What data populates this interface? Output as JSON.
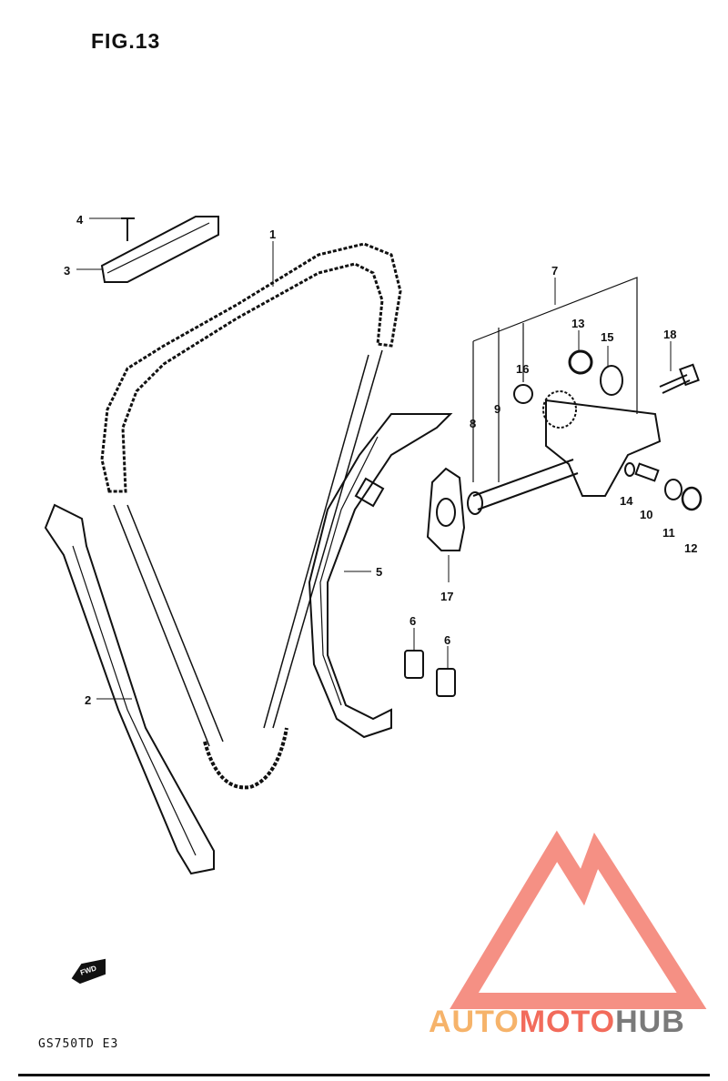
{
  "title": "FIG.13",
  "model_code": "GS750TD E3",
  "direction_arrow": "FWD",
  "watermark": {
    "part1": "AUTO",
    "part2": "MOTO",
    "part3": "HUB",
    "colors": {
      "accent": "#f26b5b",
      "orange": "#f6b36a",
      "gray": "#7a7a7a"
    }
  },
  "callouts": [
    "1",
    "2",
    "3",
    "4",
    "5",
    "6",
    "6",
    "7",
    "8",
    "9",
    "10",
    "11",
    "12",
    "13",
    "14",
    "15",
    "16",
    "17",
    "18"
  ]
}
